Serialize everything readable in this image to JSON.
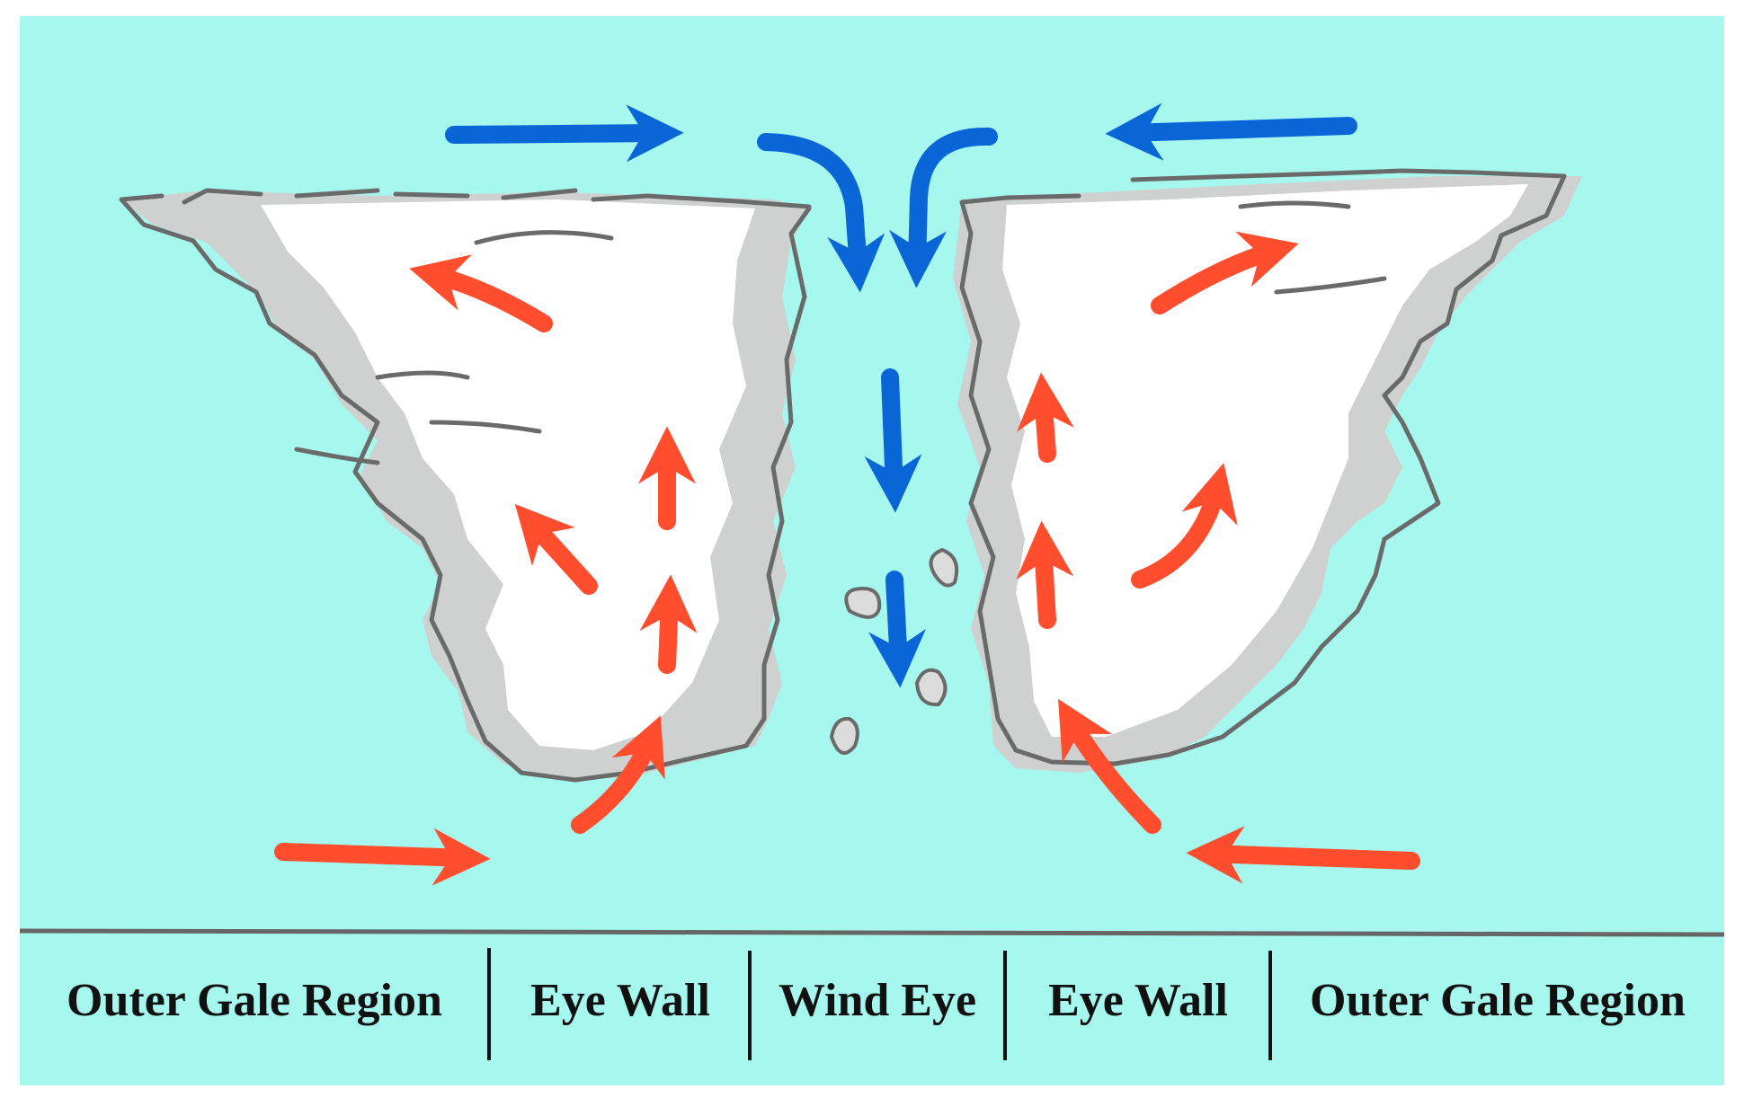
{
  "regions": [
    {
      "label": "Outer Gale Region"
    },
    {
      "label": "Eye Wall"
    },
    {
      "label": "Wind Eye"
    },
    {
      "label": "Eye Wall"
    },
    {
      "label": "Outer Gale Region"
    }
  ],
  "colors": {
    "background": "#a6f7ee",
    "cloud_fill": "#ffffff",
    "cloud_shade": "#cfd1d1",
    "cloud_outline": "#6a6a6a",
    "warm_air_arrow": "#ff4d2e",
    "cold_air_arrow": "#0a66d6",
    "ground_line": "#666666"
  },
  "arrows": {
    "warm_air": "red arrows: inflow near surface, rising inside eye walls, outflow at top",
    "cold_air": "blue arrows: converging at top and descending through the wind eye"
  }
}
